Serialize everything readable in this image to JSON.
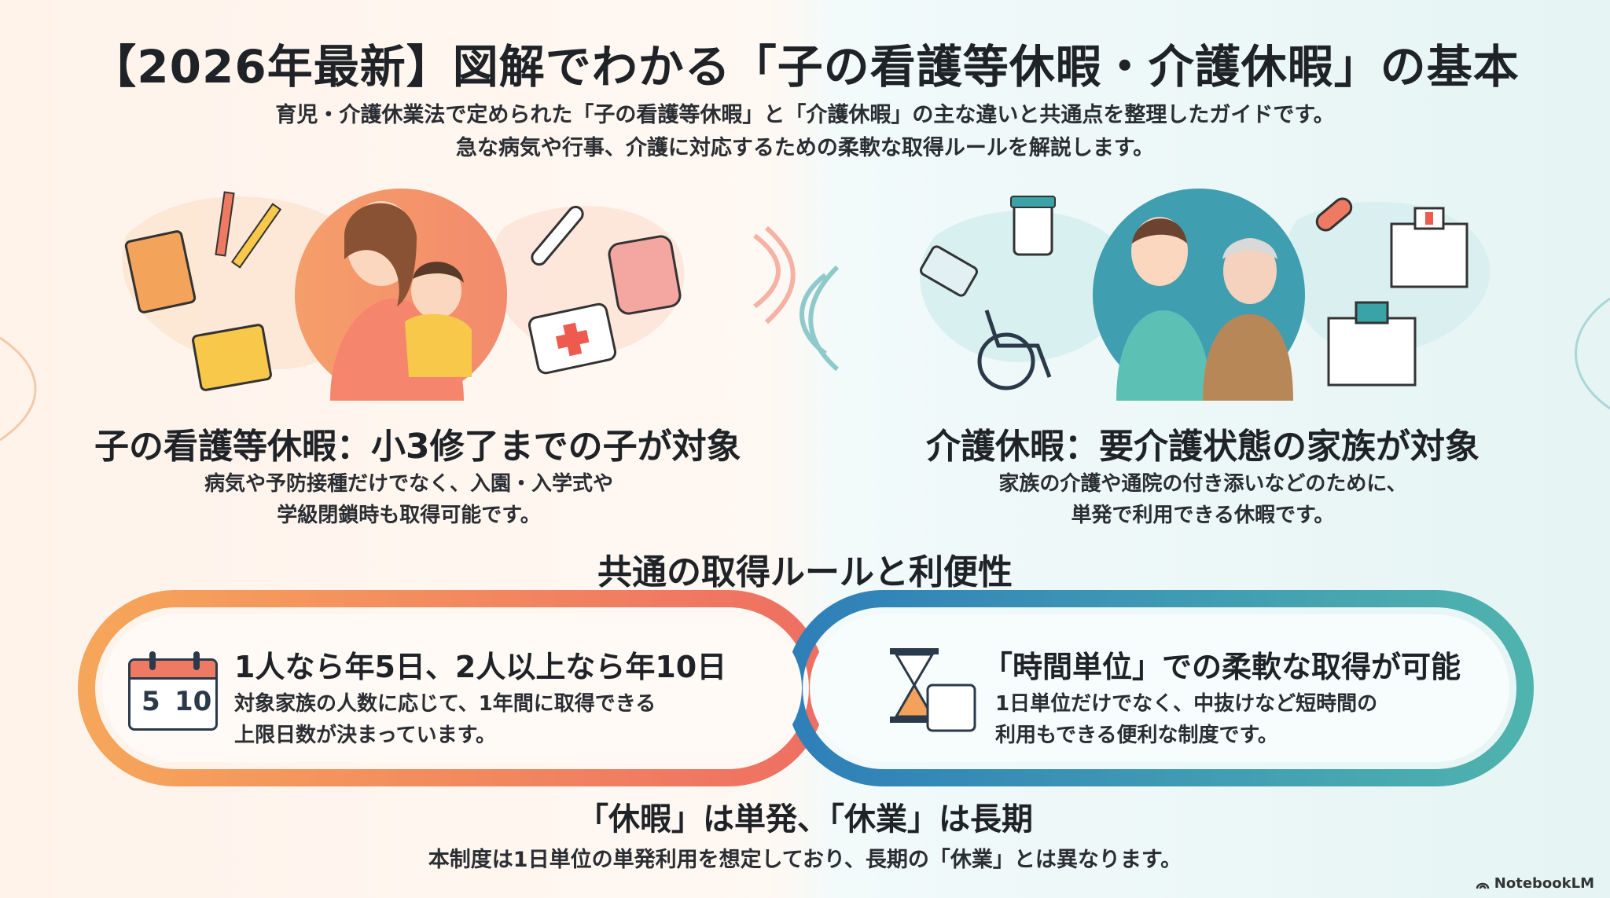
{
  "header": {
    "title": "【2026年最新】図解でわかる「子の看護等休暇・介護休暇」の基本",
    "subtitle_line1": "育児・介護休業法で定められた「子の看護等休暇」と「介護休暇」の主な違いと共通点を整理したガイドです。",
    "subtitle_line2": "急な病気や行事、介護に対応するための柔軟な取得ルールを解説します。"
  },
  "left": {
    "heading": "子の看護等休暇：小3修了までの子が対象",
    "desc_line1": "病気や予防接種だけでなく、入園・入学式や",
    "desc_line2": "学級閉鎖時も取得可能です。"
  },
  "right": {
    "heading": "介護休暇：要介護状態の家族が対象",
    "desc_line1": "家族の介護や通院の付き添いなどのために、",
    "desc_line2": "単発で利用できる休暇です。"
  },
  "common": {
    "title": "共通の取得ルールと利便性",
    "card_left": {
      "title": "1人なら年5日、2人以上なら年10日",
      "desc_line1": "対象家族の人数に応じて、1年間に取得できる",
      "desc_line2": "上限日数が決まっています。",
      "calendar_left": "5",
      "calendar_right": "10"
    },
    "card_right": {
      "title": "「時間単位」での柔軟な取得が可能",
      "desc_line1": "1日単位だけでなく、中抜けなど短時間の",
      "desc_line2": "利用もできる便利な制度です。"
    }
  },
  "footer": {
    "title": "「休暇」は単発、「休業」は長期",
    "desc": "本制度は1日単位の単発利用を想定しており、長期の「休業」とは異なります。",
    "brand": "NotebookLM"
  },
  "colors": {
    "orange": "#f4a25b",
    "coral": "#ef7a63",
    "teal": "#3aa3a8",
    "blue": "#2e86b8"
  }
}
